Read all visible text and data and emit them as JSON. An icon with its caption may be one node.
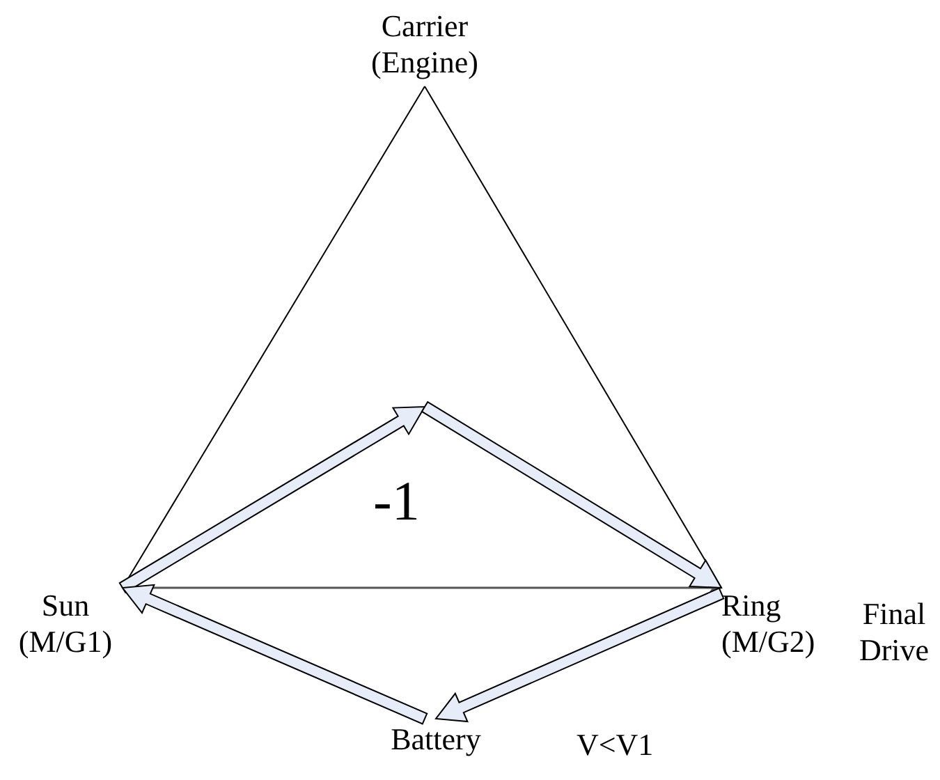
{
  "diagram": {
    "nodes": [
      {
        "text": [
          "Carrier (Engine)"
        ]
      },
      {
        "text": [
          "Sun (M/G1)"
        ]
      },
      {
        "text": [
          "Ring (M/G2)"
        ],
        "beside": [
          "Final Drive"
        ]
      },
      {
        "text": [
          "Battery"
        ]
      }
    ],
    "edges": [
      {
        "from": 0,
        "to": 1,
        "arrow": "none"
      },
      {
        "from": 0,
        "to": 2,
        "arrow": "none"
      },
      {
        "from": 1,
        "to": 2,
        "arrow": "to"
      },
      {
        "from": 1,
        "to": 2,
        "arrow": "to",
        "style": "thick",
        "color": "#e6edf8"
      },
      {
        "from": 2,
        "to": 3,
        "arrow": "to",
        "style": "thick",
        "color": "#e6edf8"
      },
      {
        "from": 3,
        "to": 1,
        "arrow": "to",
        "style": "thick",
        "color": "#e6edf8"
      }
    ],
    "labels": [
      "-1",
      "V<V1"
    ]
  }
}
